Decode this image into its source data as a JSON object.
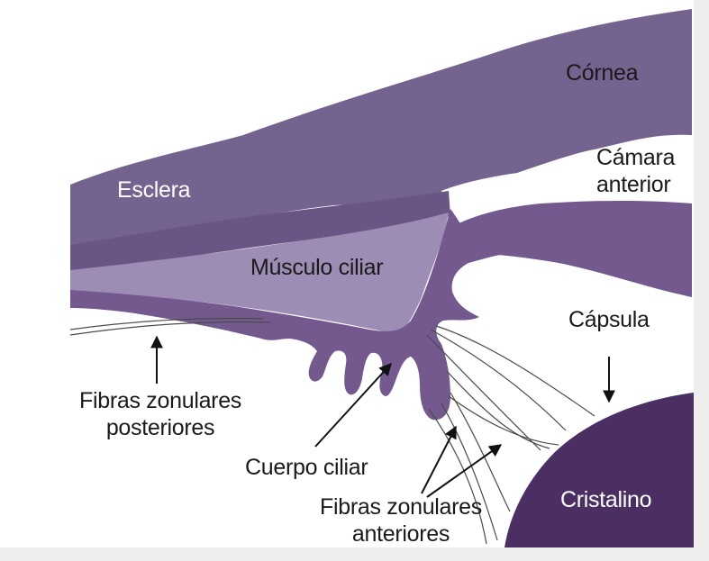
{
  "colors": {
    "background": "#ffffff",
    "frame_shadow": "#eeeeee",
    "cornea": "#75638f",
    "sclera": "#6b5585",
    "ciliary_muscle": "#9d8cb4",
    "ciliary_body": "#73598d",
    "lens": "#4b2f62",
    "fibers": "#4a4a4a",
    "arrows": "#111111"
  },
  "labels": {
    "cornea": "Córnea",
    "anterior_chamber_line1": "Cámara",
    "anterior_chamber_line2": "anterior",
    "sclera": "Esclera",
    "ciliary_muscle": "Músculo ciliar",
    "capsule": "Cápsula",
    "posterior_fibers_line1": "Fibras zonulares",
    "posterior_fibers_line2": "posteriores",
    "ciliary_body": "Cuerpo ciliar",
    "lens": "Cristalino",
    "anterior_fibers_line1": "Fibras zonulares",
    "anterior_fibers_line2": "anteriores"
  }
}
